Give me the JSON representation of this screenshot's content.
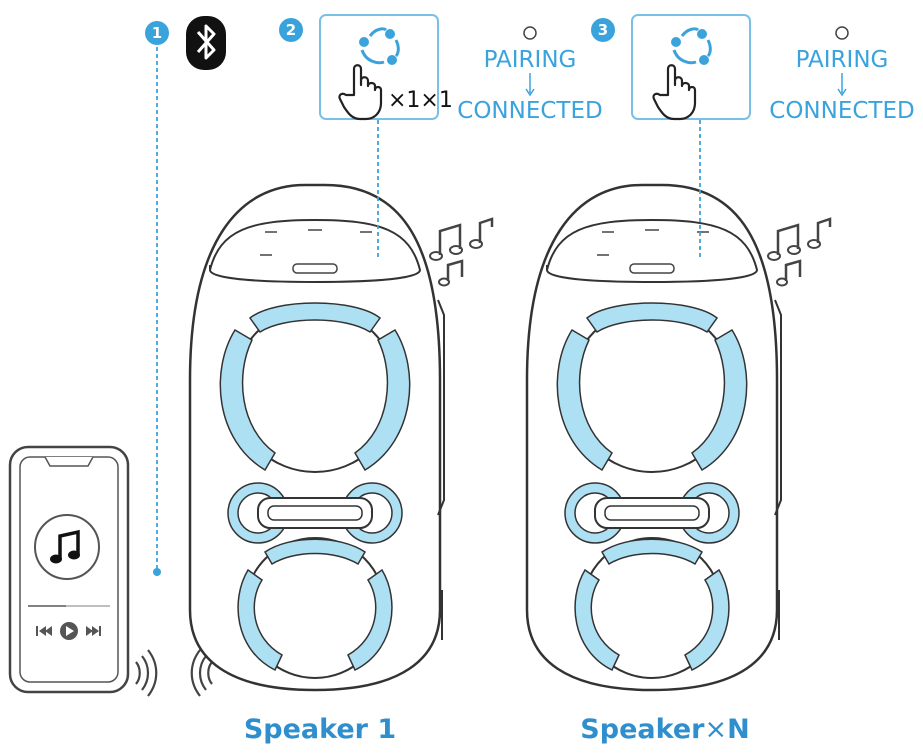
{
  "steps": [
    {
      "number": "1"
    },
    {
      "number": "2",
      "press_count": "×1×1",
      "status_from": "PAIRING",
      "status_to": "CONNECTED"
    },
    {
      "number": "3",
      "status_from": "PAIRING",
      "status_to": "CONNECTED"
    }
  ],
  "speakers": [
    {
      "label_main": "Speaker 1"
    },
    {
      "label_main": "Speaker",
      "label_times": "×",
      "label_n": "N"
    }
  ],
  "icons": {
    "bluetooth": "bluetooth-icon",
    "link_button": "link-button-icon",
    "hand": "hand-pointer-icon",
    "music": "music-note-icon",
    "play": "play-icon",
    "signal": "signal-waves-icon"
  },
  "colors": {
    "accent": "#3ba3dc",
    "light_ring": "#aee0f4",
    "outline": "#333333"
  }
}
